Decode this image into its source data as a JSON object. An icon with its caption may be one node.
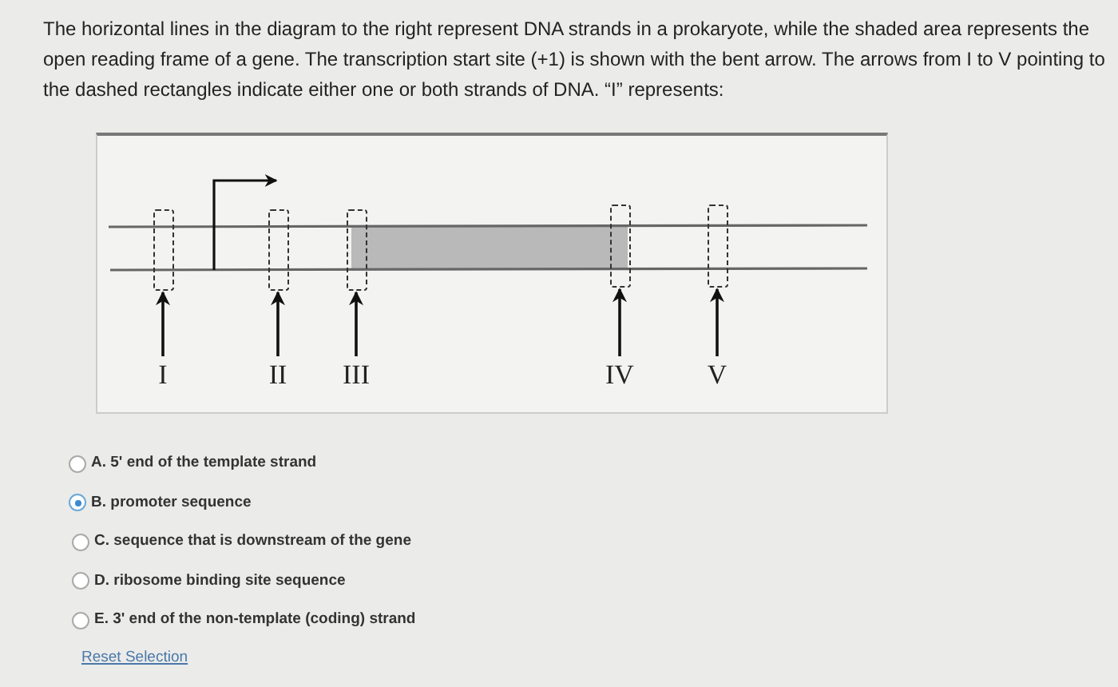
{
  "diagram": {
    "title": "The horizontal lines in the diagram to the right represent DNA strands in a prokaryote, while the shaded area represents the open reading frame of a gene. The transcription start site (+1) is shown with the bent arrow. The arrows from I to V pointing to the dashed rectangles indicate either one or both strands of DNA. “I” represents:",
    "nodes": [
      {
        "text": [],
        "shape": "box"
      },
      {
        "text": [],
        "shape": "box"
      },
      {
        "text": [],
        "shape": "box"
      },
      {
        "text": [],
        "shape": "box"
      },
      {
        "text": [],
        "shape": "box"
      },
      {
        "text": [
          "I"
        ]
      },
      {
        "text": [
          "II"
        ]
      },
      {
        "text": [
          "III"
        ]
      },
      {
        "text": [
          "IV"
        ]
      },
      {
        "text": [
          "V"
        ]
      }
    ],
    "edges": [
      {
        "from": 5,
        "to": 0,
        "arrow": "to"
      },
      {
        "from": 6,
        "to": 1,
        "arrow": "to"
      },
      {
        "from": 7,
        "to": 2,
        "arrow": "to"
      },
      {
        "from": 8,
        "to": 3,
        "arrow": "to"
      },
      {
        "from": 9,
        "to": 4,
        "arrow": "to"
      }
    ],
    "labels": [
      "A. 5' end of the template strand",
      "B. promoter sequence",
      "C. sequence that is downstream of the gene",
      "D. ribosome binding site sequence",
      "E. 3' end of the non-template (coding) strand",
      "Reset Selection"
    ]
  }
}
